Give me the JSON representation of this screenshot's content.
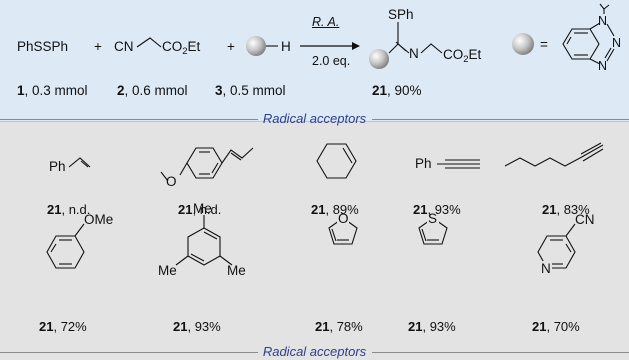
{
  "reaction": {
    "reagent1": "PhSSPh",
    "plus": "+",
    "reagent2_cn": "CN",
    "reagent2_co2et_main": "CO",
    "reagent2_co2et_sub": "2",
    "reagent2_co2et_end": "Et",
    "reagent3_h": "H",
    "arrow_top": "R. A.",
    "arrow_bottom": "2.0 eq.",
    "product_sph": "SPh",
    "product_n": "N",
    "equals": "=",
    "btz_n1": "N",
    "btz_n2": "N",
    "btz_n3": "N",
    "label1_bold": "1",
    "label1_rest": ", 0.3 mmol",
    "label2_bold": "2",
    "label2_rest": ", 0.6 mmol",
    "label3_bold": "3",
    "label3_rest": ", 0.5 mmol",
    "label_product_bold": "21",
    "label_product_rest": ", 90%"
  },
  "section_title": "Radical acceptors",
  "acceptors": [
    {
      "atom": "Ph",
      "product": "21",
      "result": ", n.d."
    },
    {
      "atom": "O",
      "product": "21",
      "result": ", n.d."
    },
    {
      "atom": "",
      "product": "21",
      "result": ", 89%"
    },
    {
      "atom": "Ph",
      "product": "21",
      "result": ", 93%"
    },
    {
      "atom": "",
      "product": "21",
      "result": ", 83%"
    },
    {
      "atom": "OMe",
      "product": "21",
      "result": ", 72%"
    },
    {
      "atom": "Me",
      "product": "21",
      "result": ", 93%"
    },
    {
      "atom": "O",
      "product": "21",
      "result": ", 78%"
    },
    {
      "atom": "S",
      "product": "21",
      "result": ", 93%"
    },
    {
      "atom": "CN",
      "product": "21",
      "result": ", 70%"
    }
  ],
  "acceptor_extra_labels": {
    "mesitylene_me2": "Me",
    "mesitylene_me3": "Me",
    "pyridine_n": "N"
  },
  "colors": {
    "top_bg": "#dde9f5",
    "bottom_bg": "#e3e3e3",
    "divider_text": "#2e3f8f"
  }
}
